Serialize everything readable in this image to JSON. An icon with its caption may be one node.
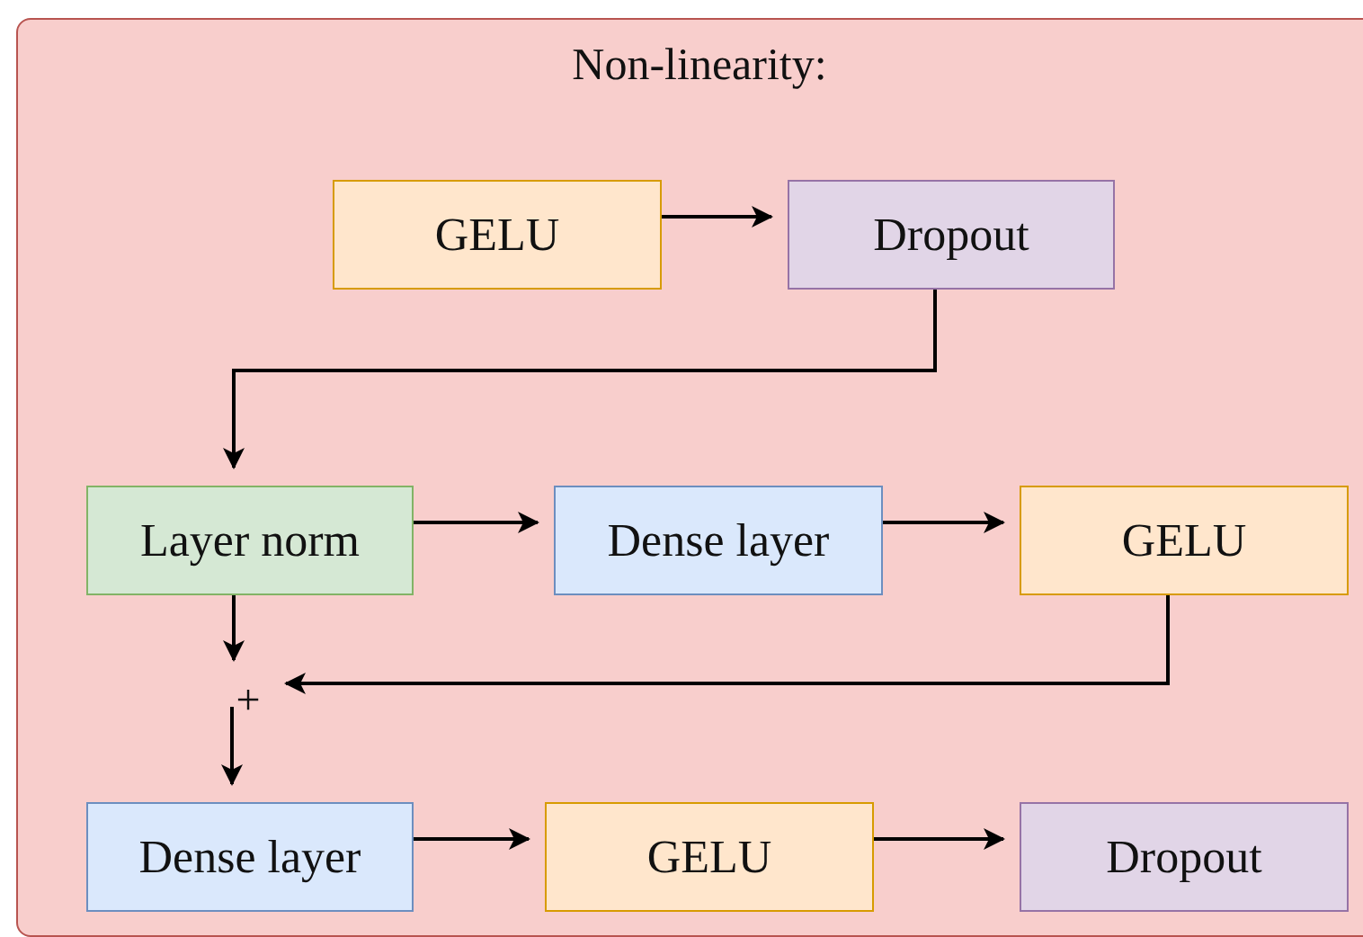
{
  "diagram": {
    "nodes": [
      {
        "text": [
          "Non-linearity:"
        ]
      },
      {
        "text": [
          "GELU"
        ],
        "in": 0
      },
      {
        "text": [
          "Dropout"
        ],
        "in": 0
      },
      {
        "text": [
          "Layer norm"
        ],
        "in": 0
      },
      {
        "text": [
          "Dense layer"
        ],
        "in": 0
      },
      {
        "text": [
          "GELU"
        ],
        "in": 0
      },
      {
        "text": [
          "+"
        ],
        "in": 0
      },
      {
        "text": [
          "Dense layer"
        ],
        "in": 0
      },
      {
        "text": [
          "GELU"
        ],
        "in": 0
      },
      {
        "text": [
          "Dropout"
        ],
        "in": 0
      }
    ],
    "edges": [
      {
        "from": 1,
        "to": 2,
        "arrow": "to"
      },
      {
        "from": 2,
        "to": 3,
        "arrow": "to"
      },
      {
        "from": 3,
        "to": 4,
        "arrow": "to"
      },
      {
        "from": 4,
        "to": 5,
        "arrow": "to"
      },
      {
        "from": 3,
        "to": 6,
        "arrow": "to"
      },
      {
        "from": 5,
        "to": 6,
        "arrow": "to"
      },
      {
        "from": 6,
        "to": 7,
        "arrow": "to"
      },
      {
        "from": 7,
        "to": 8,
        "arrow": "to"
      },
      {
        "from": 8,
        "to": 9,
        "arrow": "to"
      }
    ]
  }
}
